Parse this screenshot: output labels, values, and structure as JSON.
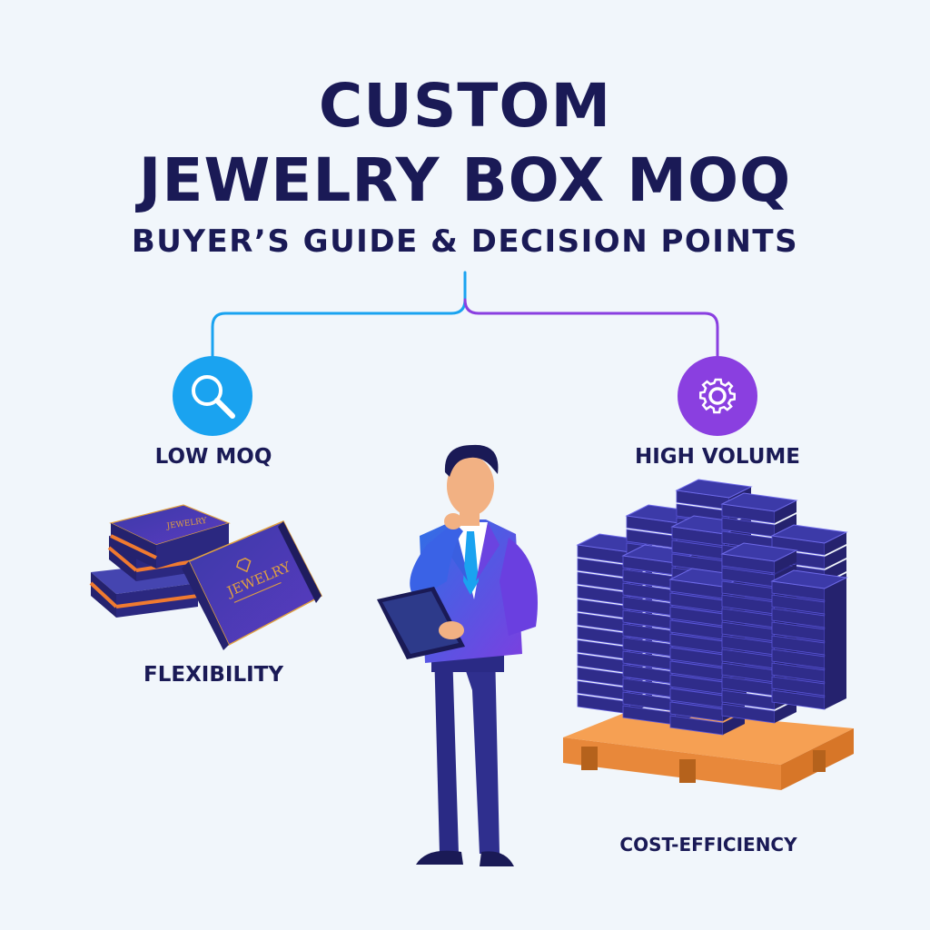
{
  "title": {
    "line1": "CUSTOM",
    "line2": "JEWELRY BOX MOQ",
    "subtitle": "BUYER’S GUIDE & DECISION POINTS"
  },
  "options": {
    "left": {
      "heading": "LOW MOQ",
      "icon": "magnifier-icon",
      "benefit": "FLEXIBILITY",
      "box_label": "JEWELRY",
      "color": "#1aa3f0"
    },
    "right": {
      "heading": "HIGH VOLUME",
      "icon": "gear-icon",
      "benefit": "COST-EFFICIENCY",
      "color": "#8a3fe0"
    }
  },
  "colors": {
    "text": "#1a1a56",
    "background": "#f1f6fb",
    "box_top": "#3a3aa0",
    "box_side": "#25226e",
    "box_stripe": "#f07a30",
    "pallet": "#f6a053"
  }
}
